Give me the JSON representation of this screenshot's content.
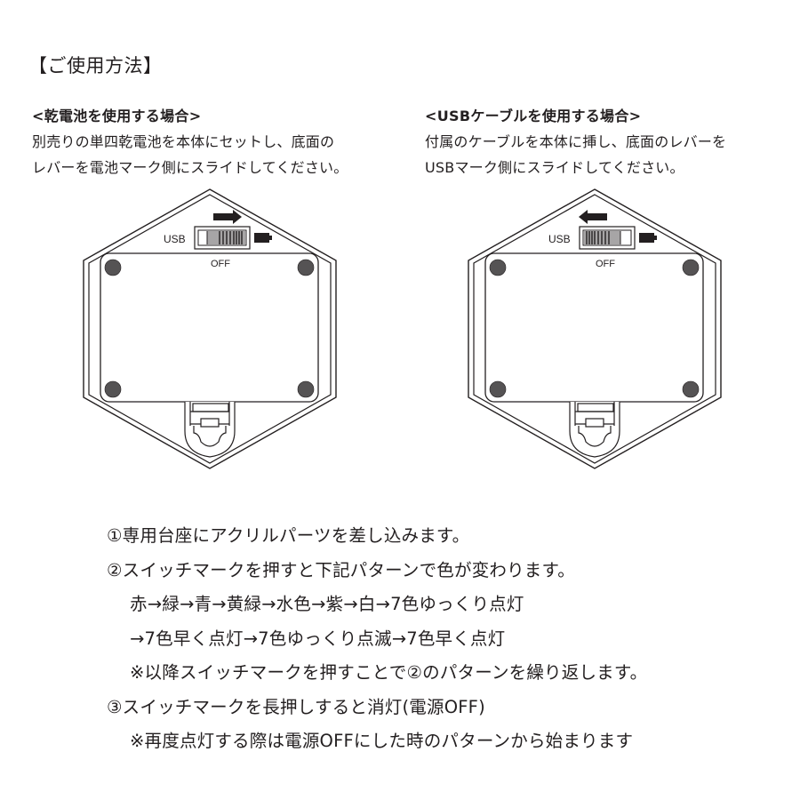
{
  "title": "【ご使用方法】",
  "battery_section": {
    "heading": "<乾電池を使用する場合>",
    "lines": [
      "別売りの単四乾電池を本体にセットし、底面の",
      "レバーを電池マーク側にスライドしてください。"
    ],
    "diagram": {
      "usb_label": "USB",
      "off_label": "OFF",
      "arrow_direction": "right",
      "switch_position": "battery"
    }
  },
  "usb_section": {
    "heading": "<USBケーブルを使用する場合>",
    "lines": [
      "付属のケーブルを本体に挿し、底面のレバーを",
      "USBマーク側にスライドしてください。"
    ],
    "diagram": {
      "usb_label": "USB",
      "off_label": "OFF",
      "arrow_direction": "left",
      "switch_position": "usb"
    }
  },
  "steps": [
    {
      "text": "①専用台座にアクリルパーツを差し込みます。",
      "indent": false
    },
    {
      "text": "②スイッチマークを押すと下記パターンで色が変わります。",
      "indent": false
    },
    {
      "text": "赤→緑→青→黄緑→水色→紫→白→7色ゆっくり点灯",
      "indent": true
    },
    {
      "text": "→7色早く点灯→7色ゆっくり点滅→7色早く点灯",
      "indent": true
    },
    {
      "text": "※以降スイッチマークを押すことで②のパターンを繰り返します。",
      "indent": true
    },
    {
      "text": "③スイッチマークを長押しすると消灯(電源OFF)",
      "indent": false
    },
    {
      "text": "※再度点灯する際は電源OFFにした時のパターンから始まります",
      "indent": true
    }
  ],
  "colors": {
    "ink": "#231f20",
    "dot": "#555354",
    "switch_gray": "#a7a5a6"
  }
}
